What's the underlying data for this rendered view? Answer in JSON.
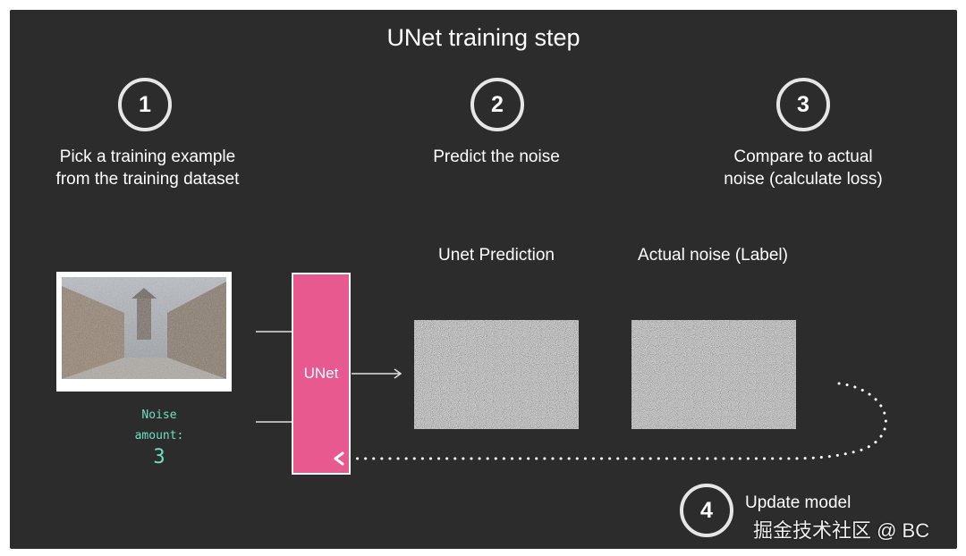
{
  "title": "UNet training step",
  "steps": [
    {
      "number": "1",
      "text_line1": "Pick a training example",
      "text_line2": "from the training dataset"
    },
    {
      "number": "2",
      "text_line1": "Predict the noise",
      "text_line2": ""
    },
    {
      "number": "3",
      "text_line1": "Compare to actual",
      "text_line2": "noise (calculate loss)"
    },
    {
      "number": "4",
      "text_line1": "Update model",
      "text_line2": ""
    }
  ],
  "unet_label": "UNet",
  "noise": {
    "label_line1": "Noise",
    "label_line2": "amount:",
    "value": "3",
    "color": "#6ee0c0"
  },
  "prediction_label": "Unet Prediction",
  "actual_label": "Actual noise (Label)",
  "watermark": "掘金技术社区 @ BC",
  "colors": {
    "background": "#2c2c2c",
    "unet": "#e85a8f",
    "text": "#ffffff"
  }
}
